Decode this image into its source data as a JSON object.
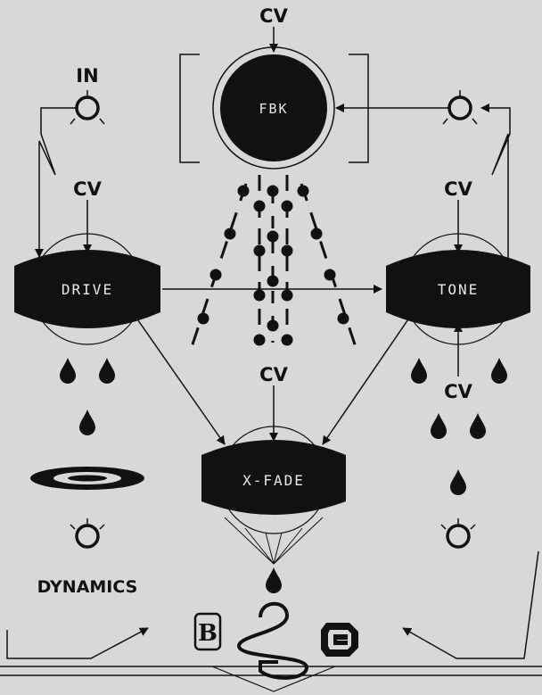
{
  "labels": {
    "cv_top": "CV",
    "in": "IN",
    "fbk": "FBK",
    "cv_left": "CV",
    "cv_right": "CV",
    "drive": "DRIVE",
    "tone": "TONE",
    "cv_center": "CV",
    "cv_tone_bottom": "CV",
    "xfade": "X-FADE",
    "dynamics": "DYNAMICS"
  },
  "icons": {
    "jack": "jack-icon",
    "drop": "drop-icon",
    "logo_left": "gothic-b-logo",
    "logo_right": "c-logo",
    "spring": "spring-icon"
  },
  "colors": {
    "panel": "#d8d8d6",
    "ink": "#111111",
    "box_text": "#e8e8e8"
  }
}
